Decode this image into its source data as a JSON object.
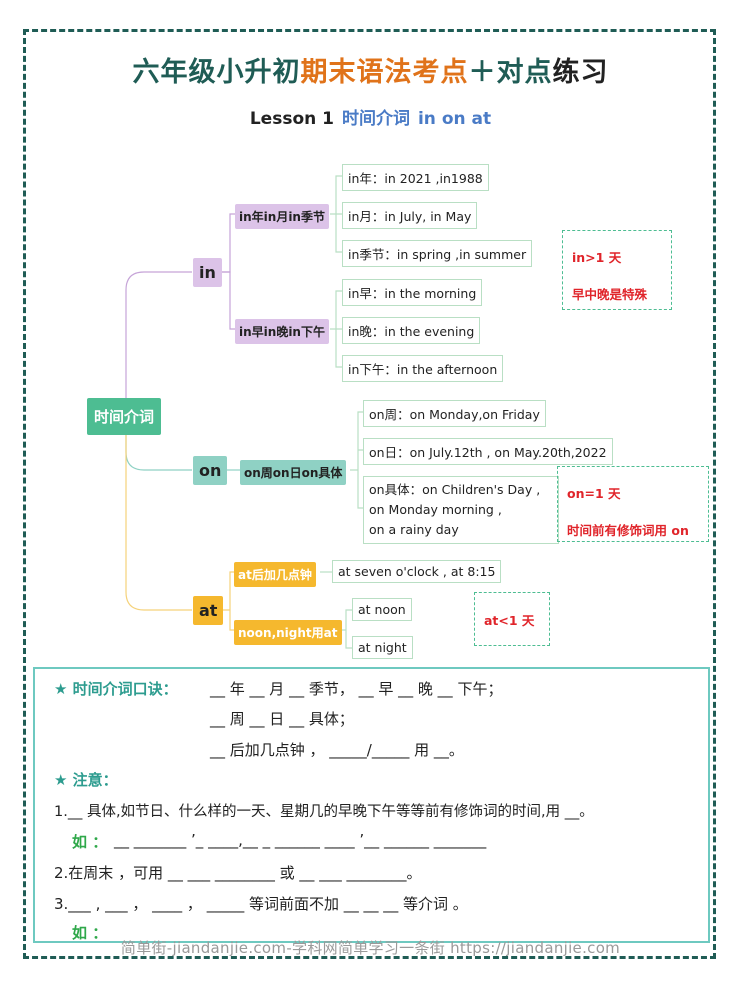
{
  "title": {
    "p1": "六年级小升初",
    "p2": "期末语法考点",
    "p3": "＋对点",
    "p4": "练习"
  },
  "subtitle": {
    "lesson": "Lesson 1",
    "topic": "时间介词",
    "words": "in on at"
  },
  "mindmap": {
    "root": "时间介词",
    "in": {
      "label": "in",
      "branch1": "in年in月in季节",
      "branch1_leaves": [
        "in年：in 2021 ,in1988",
        "in月：in July, in May",
        "in季节：in spring ,in summer"
      ],
      "branch2": "in早in晚in下午",
      "branch2_leaves": [
        "in早：in the morning",
        "in晚：in the evening",
        "in下午：in the afternoon"
      ],
      "note1": "in>1 天",
      "note2": "早中晚是特殊"
    },
    "on": {
      "label": "on",
      "branch": "on周on日on具体",
      "leaves": [
        "on周：on Monday,on Friday",
        "on日：on July.12th , on May.20th,2022"
      ],
      "multi": [
        "on具体：on Children's Day ,",
        "on Monday morning ,",
        "on a rainy day"
      ],
      "note1": "on=1 天",
      "note2": "时间前有修饰词用 on"
    },
    "at": {
      "label": "at",
      "branch1": "at后加几点钟",
      "branch1_leaf": "at seven o'clock , at 8:15",
      "branch2": "noon,night用at",
      "branch2_leaves": [
        "at noon",
        "at night"
      ],
      "note": "at<1 天"
    }
  },
  "rhyme": {
    "heading": "★ 时间介词口诀：",
    "line1": "__ 年 __ 月 __ 季节， __ 早 __ 晚 __ 下午；",
    "line2": "__ 周 __ 日 __ 具体；",
    "line3": "__ 后加几点钟 ， _____/_____ 用 __。"
  },
  "notes": {
    "heading": "★ 注意：",
    "item1": "1.__ 具体,如节日、什么样的一天、星期几的早晚下午等等前有修饰词的时间,用 __。",
    "eg1_label": "如 ：",
    "eg1": "__ _______ ’_ ____,__ _ ______ ____ ’__ ______ _______",
    "item2": "2.在周末 ，可用 __ ___ ________ 或 __ ___ ________。",
    "item3": "3.___ , ___ ，  ____ ，  _____    等词前面不加 __ __ __    等介词   。",
    "eg3_label": "如 ："
  },
  "footer": "简单街-jiandanjie.com-学科网简单学习一条街 https://jiandanjie.com",
  "colors": {
    "frame": "#1f5c55",
    "accent": "#e0731a",
    "blue": "#4a7bc6",
    "root": "#4dbd92",
    "red": "#e0242a"
  }
}
